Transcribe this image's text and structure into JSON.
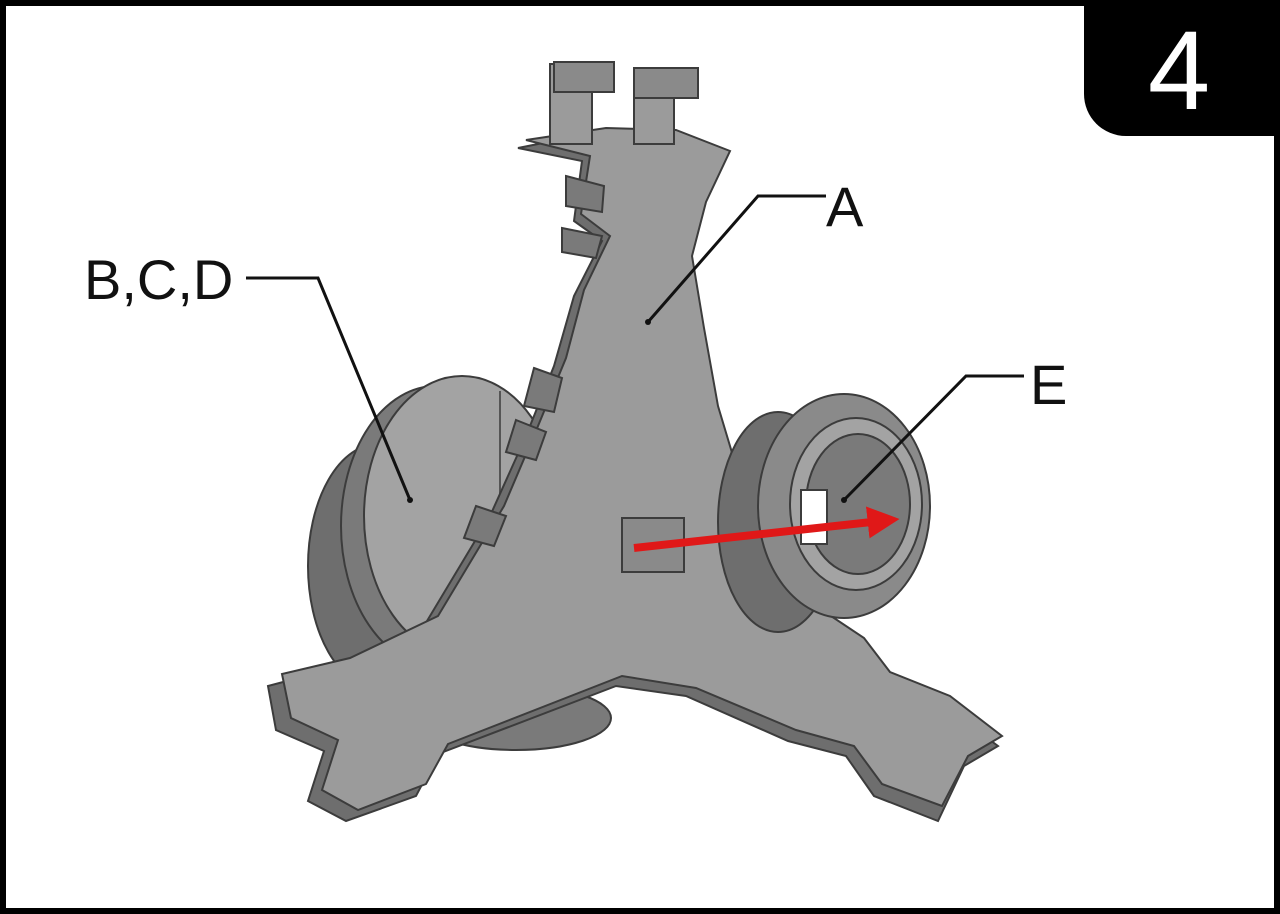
{
  "step": {
    "number": "4"
  },
  "labels": {
    "a": "A",
    "bcd": "B,C,D",
    "e": "E"
  },
  "colors": {
    "part_fill": "#9b9b9b",
    "part_shadow": "#6e6e6e",
    "part_edge": "#3c3c3c",
    "arrow": "#e01818",
    "badge": "#000000"
  }
}
